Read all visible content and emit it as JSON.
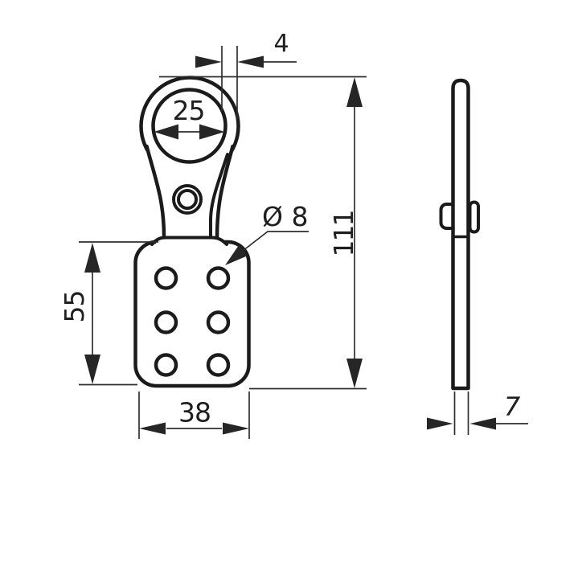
{
  "drawing": {
    "description": "Technical drawing of a lockout hasp, front view and side view, with millimetre dimensions",
    "colors": {
      "background": "#ffffff",
      "line": "#1b1b1b",
      "dim": "#2e2e2e"
    },
    "front_view": {
      "dim_jaw_thickness": "4",
      "dim_ring_inner_diameter": "25",
      "dim_overall_height": "111",
      "dim_hole_diameter": "Ø 8",
      "dim_body_height": "55",
      "dim_body_width": "38"
    },
    "side_view": {
      "dim_thickness": "7"
    }
  }
}
